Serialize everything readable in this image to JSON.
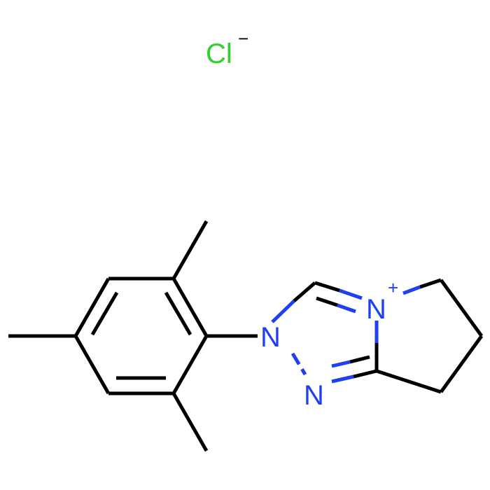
{
  "colors": {
    "bond": "#000000",
    "nitrogen": "#1f3ff0",
    "chlorine": "#2fd12f",
    "background": "#ffffff"
  },
  "counter_ion": {
    "symbol": "Cl",
    "charge": "−"
  },
  "atoms": {
    "n_imine": "N",
    "n_aryl": "N",
    "n_cation": "N",
    "n_cation_charge": "+"
  }
}
